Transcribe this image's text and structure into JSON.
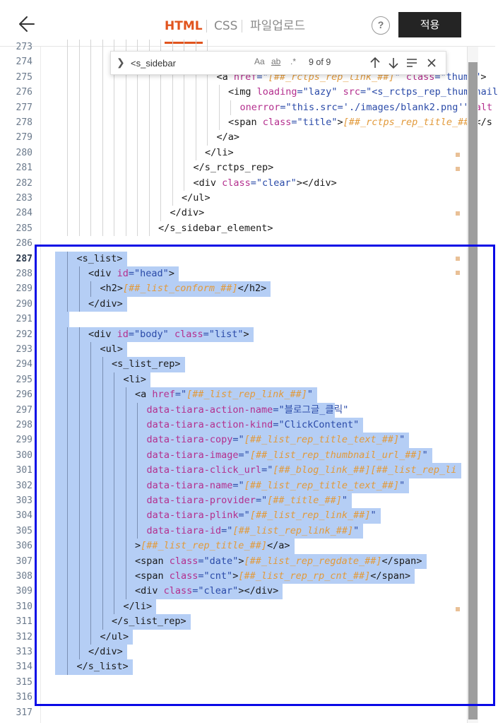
{
  "toolbar": {
    "tabs": [
      {
        "label": "HTML",
        "active": true
      },
      {
        "label": "CSS",
        "active": false
      },
      {
        "label": "파일업로드",
        "active": false
      }
    ],
    "help_label": "?",
    "apply_label": "적용",
    "accent_color": "#e1541e"
  },
  "search": {
    "query": "<s_sidebar",
    "opt_case": "Aa",
    "opt_word": "ab",
    "opt_regex": ".*",
    "count": "9 of 9"
  },
  "editor": {
    "lines": [
      {
        "n": "273",
        "indent": 13,
        "tokens": []
      },
      {
        "n": "274",
        "indent": 13,
        "tokens": []
      },
      {
        "n": "275",
        "indent": 13,
        "tokens": [
          {
            "t": "<a ",
            "c": "tg"
          },
          {
            "t": "href",
            "c": "at"
          },
          {
            "t": "=\"",
            "c": "sv"
          },
          {
            "t": "[##_rctps_rep_link_##]",
            "c": "tv"
          },
          {
            "t": "\" ",
            "c": "sv"
          },
          {
            "t": "class",
            "c": "at"
          },
          {
            "t": "=\"thumb\"",
            "c": "sv"
          },
          {
            "t": ">",
            "c": "tg"
          }
        ]
      },
      {
        "n": "276",
        "indent": 14,
        "tokens": [
          {
            "t": "<img ",
            "c": "tg"
          },
          {
            "t": "loading",
            "c": "at"
          },
          {
            "t": "=\"lazy\" ",
            "c": "sv"
          },
          {
            "t": "src",
            "c": "at"
          },
          {
            "t": "=\"",
            "c": "sv"
          },
          {
            "t": "<s_rctps_rep_thumbnail",
            "c": "sv"
          }
        ]
      },
      {
        "n": "277",
        "indent": 15,
        "tokens": [
          {
            "t": "onerror",
            "c": "at"
          },
          {
            "t": "=\"this.src='./images/blank2.png'\" ",
            "c": "sv"
          },
          {
            "t": "alt",
            "c": "at"
          }
        ]
      },
      {
        "n": "278",
        "indent": 14,
        "tokens": [
          {
            "t": "<span ",
            "c": "tg"
          },
          {
            "t": "class",
            "c": "at"
          },
          {
            "t": "=\"title\"",
            "c": "sv"
          },
          {
            "t": ">",
            "c": "tg"
          },
          {
            "t": "[##_rctps_rep_title_##]",
            "c": "tv"
          },
          {
            "t": "</s",
            "c": "tg"
          }
        ]
      },
      {
        "n": "279",
        "indent": 13,
        "tokens": [
          {
            "t": "</a>",
            "c": "tg"
          }
        ]
      },
      {
        "n": "280",
        "indent": 12,
        "tokens": [
          {
            "t": "</li>",
            "c": "tg"
          }
        ]
      },
      {
        "n": "281",
        "indent": 11,
        "tokens": [
          {
            "t": "</s_rctps_rep>",
            "c": "tg"
          }
        ]
      },
      {
        "n": "282",
        "indent": 11,
        "tokens": [
          {
            "t": "<div ",
            "c": "tg"
          },
          {
            "t": "class",
            "c": "at"
          },
          {
            "t": "=\"clear\"",
            "c": "sv"
          },
          {
            "t": "></div>",
            "c": "tg"
          }
        ]
      },
      {
        "n": "283",
        "indent": 10,
        "tokens": [
          {
            "t": "</ul>",
            "c": "tg"
          }
        ]
      },
      {
        "n": "284",
        "indent": 9,
        "tokens": [
          {
            "t": "</div>",
            "c": "tg"
          }
        ]
      },
      {
        "n": "285",
        "indent": 8,
        "tokens": [
          {
            "t": "</s_sidebar_element>",
            "c": "tg"
          }
        ]
      },
      {
        "n": "286",
        "indent": 0,
        "tokens": []
      },
      {
        "n": "287",
        "indent": 1,
        "tokens": [
          {
            "t": "<s_list>",
            "c": "tg"
          }
        ]
      },
      {
        "n": "288",
        "indent": 2,
        "tokens": [
          {
            "t": "<div ",
            "c": "tg"
          },
          {
            "t": "id",
            "c": "at"
          },
          {
            "t": "=\"head\"",
            "c": "sv"
          },
          {
            "t": ">",
            "c": "tg"
          }
        ]
      },
      {
        "n": "289",
        "indent": 3,
        "tokens": [
          {
            "t": "<h2>",
            "c": "tg"
          },
          {
            "t": "[##_list_conform_##]",
            "c": "tv"
          },
          {
            "t": "</h2>",
            "c": "tg"
          }
        ]
      },
      {
        "n": "290",
        "indent": 2,
        "tokens": [
          {
            "t": "</div>",
            "c": "tg"
          }
        ]
      },
      {
        "n": "291",
        "indent": 0,
        "tokens": []
      },
      {
        "n": "292",
        "indent": 2,
        "tokens": [
          {
            "t": "<div ",
            "c": "tg"
          },
          {
            "t": "id",
            "c": "at"
          },
          {
            "t": "=\"body\" ",
            "c": "sv"
          },
          {
            "t": "class",
            "c": "at"
          },
          {
            "t": "=\"list\"",
            "c": "sv"
          },
          {
            "t": ">",
            "c": "tg"
          }
        ]
      },
      {
        "n": "293",
        "indent": 3,
        "tokens": [
          {
            "t": "<ul>",
            "c": "tg"
          }
        ]
      },
      {
        "n": "294",
        "indent": 4,
        "tokens": [
          {
            "t": "<s_list_rep>",
            "c": "tg"
          }
        ]
      },
      {
        "n": "295",
        "indent": 5,
        "tokens": [
          {
            "t": "<li>",
            "c": "tg"
          }
        ]
      },
      {
        "n": "296",
        "indent": 6,
        "tokens": [
          {
            "t": "<a ",
            "c": "tg"
          },
          {
            "t": "href",
            "c": "at"
          },
          {
            "t": "=\"",
            "c": "sv"
          },
          {
            "t": "[##_list_rep_link_##]",
            "c": "tv"
          },
          {
            "t": "\"",
            "c": "sv"
          }
        ]
      },
      {
        "n": "297",
        "indent": 7,
        "tokens": [
          {
            "t": "data-tiara-action-name",
            "c": "at"
          },
          {
            "t": "=\"",
            "c": "sv"
          },
          {
            "t": "블로그글_클릭",
            "c": "ko"
          },
          {
            "t": "\"",
            "c": "sv"
          }
        ]
      },
      {
        "n": "298",
        "indent": 7,
        "tokens": [
          {
            "t": "data-tiara-action-kind",
            "c": "at"
          },
          {
            "t": "=\"ClickContent\"",
            "c": "sv"
          }
        ]
      },
      {
        "n": "299",
        "indent": 7,
        "tokens": [
          {
            "t": "data-tiara-copy",
            "c": "at"
          },
          {
            "t": "=\"",
            "c": "sv"
          },
          {
            "t": "[##_list_rep_title_text_##]",
            "c": "tv"
          },
          {
            "t": "\"",
            "c": "sv"
          }
        ]
      },
      {
        "n": "300",
        "indent": 7,
        "tokens": [
          {
            "t": "data-tiara-image",
            "c": "at"
          },
          {
            "t": "=\"",
            "c": "sv"
          },
          {
            "t": "[##_list_rep_thumbnail_url_##]",
            "c": "tv"
          },
          {
            "t": "\"",
            "c": "sv"
          }
        ]
      },
      {
        "n": "301",
        "indent": 7,
        "tokens": [
          {
            "t": "data-tiara-click_url",
            "c": "at"
          },
          {
            "t": "=\"",
            "c": "sv"
          },
          {
            "t": "[##_blog_link_##][##_list_rep_li",
            "c": "tv"
          }
        ]
      },
      {
        "n": "302",
        "indent": 7,
        "tokens": [
          {
            "t": "data-tiara-name",
            "c": "at"
          },
          {
            "t": "=\"",
            "c": "sv"
          },
          {
            "t": "[##_list_rep_title_text_##]",
            "c": "tv"
          },
          {
            "t": "\"",
            "c": "sv"
          }
        ]
      },
      {
        "n": "303",
        "indent": 7,
        "tokens": [
          {
            "t": "data-tiara-provider",
            "c": "at"
          },
          {
            "t": "=\"",
            "c": "sv"
          },
          {
            "t": "[##_title_##]",
            "c": "tv"
          },
          {
            "t": "\"",
            "c": "sv"
          }
        ]
      },
      {
        "n": "304",
        "indent": 7,
        "tokens": [
          {
            "t": "data-tiara-plink",
            "c": "at"
          },
          {
            "t": "=\"",
            "c": "sv"
          },
          {
            "t": "[##_list_rep_link_##]",
            "c": "tv"
          },
          {
            "t": "\"",
            "c": "sv"
          }
        ]
      },
      {
        "n": "305",
        "indent": 7,
        "tokens": [
          {
            "t": "data-tiara-id",
            "c": "at"
          },
          {
            "t": "=\"",
            "c": "sv"
          },
          {
            "t": "[##_list_rep_link_##]",
            "c": "tv"
          },
          {
            "t": "\"",
            "c": "sv"
          }
        ]
      },
      {
        "n": "306",
        "indent": 6,
        "tokens": [
          {
            "t": ">",
            "c": "tg"
          },
          {
            "t": "[##_list_rep_title_##]",
            "c": "tv"
          },
          {
            "t": "</a>",
            "c": "tg"
          }
        ]
      },
      {
        "n": "307",
        "indent": 6,
        "tokens": [
          {
            "t": "<span ",
            "c": "tg"
          },
          {
            "t": "class",
            "c": "at"
          },
          {
            "t": "=\"date\"",
            "c": "sv"
          },
          {
            "t": ">",
            "c": "tg"
          },
          {
            "t": "[##_list_rep_regdate_##]",
            "c": "tv"
          },
          {
            "t": "</span>",
            "c": "tg"
          }
        ]
      },
      {
        "n": "308",
        "indent": 6,
        "tokens": [
          {
            "t": "<span ",
            "c": "tg"
          },
          {
            "t": "class",
            "c": "at"
          },
          {
            "t": "=\"cnt\"",
            "c": "sv"
          },
          {
            "t": ">",
            "c": "tg"
          },
          {
            "t": "[##_list_rep_rp_cnt_##]",
            "c": "tv"
          },
          {
            "t": "</span>",
            "c": "tg"
          }
        ]
      },
      {
        "n": "309",
        "indent": 6,
        "tokens": [
          {
            "t": "<div ",
            "c": "tg"
          },
          {
            "t": "class",
            "c": "at"
          },
          {
            "t": "=\"clear\"",
            "c": "sv"
          },
          {
            "t": "></div>",
            "c": "tg"
          }
        ]
      },
      {
        "n": "310",
        "indent": 5,
        "tokens": [
          {
            "t": "</li>",
            "c": "tg"
          }
        ]
      },
      {
        "n": "311",
        "indent": 4,
        "tokens": [
          {
            "t": "</s_list_rep>",
            "c": "tg"
          }
        ]
      },
      {
        "n": "312",
        "indent": 3,
        "tokens": [
          {
            "t": "</ul>",
            "c": "tg"
          }
        ]
      },
      {
        "n": "313",
        "indent": 2,
        "tokens": [
          {
            "t": "</div>",
            "c": "tg"
          }
        ]
      },
      {
        "n": "314",
        "indent": 1,
        "tokens": [
          {
            "t": "</s_list>",
            "c": "tg"
          }
        ]
      },
      {
        "n": "315",
        "indent": 0,
        "tokens": []
      },
      {
        "n": "316",
        "indent": 0,
        "tokens": []
      },
      {
        "n": "317",
        "indent": 0,
        "tokens": []
      }
    ],
    "active_line": "287",
    "selection": {
      "first_line": "287",
      "last_line": "314"
    }
  }
}
